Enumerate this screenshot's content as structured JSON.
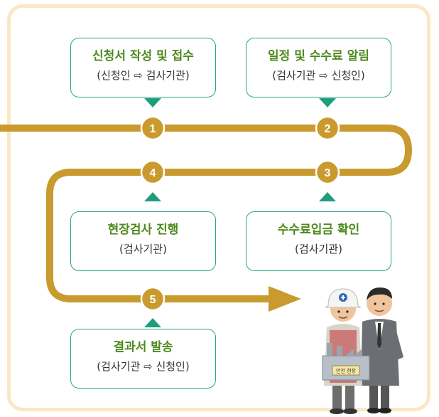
{
  "steps": [
    {
      "number": "1",
      "title": "신청서 작성 및 접수",
      "subtitle": "(신청인 ⇨ 검사기관)"
    },
    {
      "number": "2",
      "title": "일정 및 수수료 알림",
      "subtitle": "(검사기관 ⇨ 신청인)"
    },
    {
      "number": "3",
      "title": "수수료입금 확인",
      "subtitle": "(검사기관)"
    },
    {
      "number": "4",
      "title": "현장검사 진행",
      "subtitle": "(검사기관)"
    },
    {
      "number": "5",
      "title": "결과서 발송",
      "subtitle": "(검사기관 ⇨ 신청인)"
    }
  ],
  "illustration": {
    "sign_text": "안전 현장"
  },
  "colors": {
    "track": "#c99a2e",
    "node": "#c99a2e",
    "box_border": "#27a58a",
    "pointer": "#1f9d7f",
    "title": "#4e8a1e",
    "frame": "#fbe7c6"
  }
}
